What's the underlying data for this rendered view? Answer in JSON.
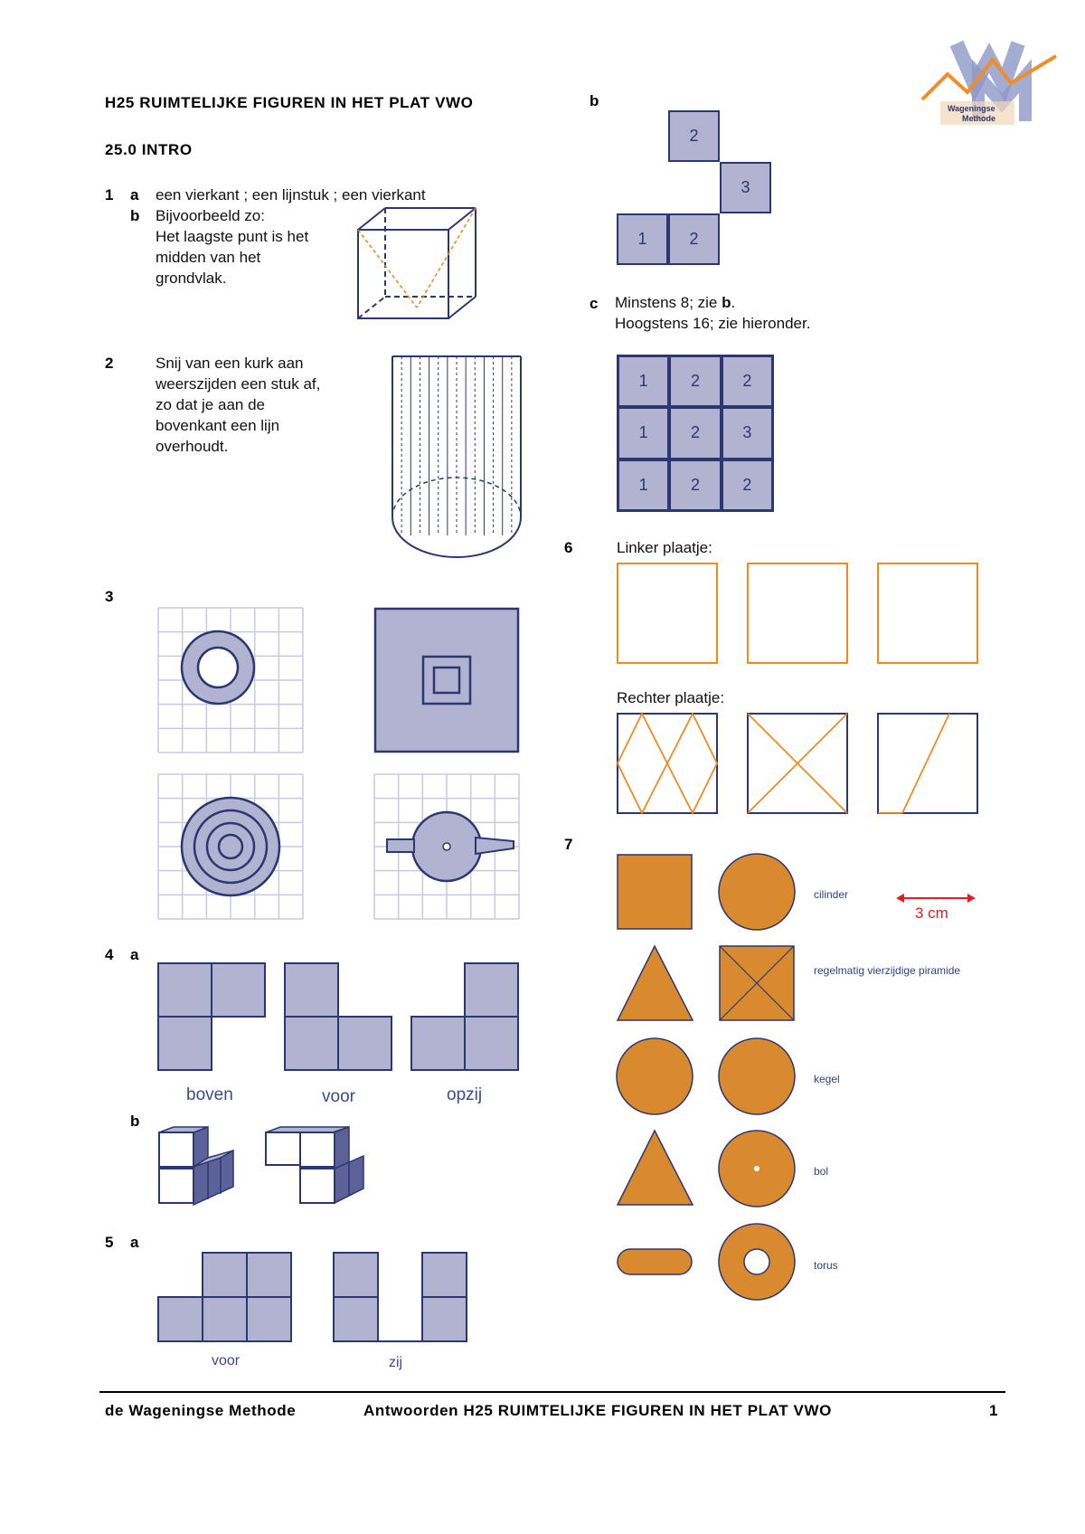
{
  "header": {
    "title": "H25 RUIMTELIJKE FIGUREN IN HET PLAT VWO",
    "section": "25.0  INTRO",
    "logo_text_1": "Wageningse",
    "logo_text_2": "Methode"
  },
  "q1": {
    "num": "1",
    "a_label": "a",
    "a_text": "een vierkant ; een lijnstuk ; een vierkant",
    "b_label": "b",
    "b_lines": [
      "Bijvoorbeeld zo:",
      "Het laagste punt is het",
      "midden van het",
      "grondvlak."
    ]
  },
  "q2": {
    "num": "2",
    "lines": [
      "Snij van een kurk aan",
      "weerszijden een stuk af,",
      "zo dat je aan de",
      "bovenkant een lijn",
      "overhoudt."
    ]
  },
  "q3": {
    "num": "3"
  },
  "q4": {
    "num": "4",
    "a_label": "a",
    "b_label": "b",
    "captions": [
      "boven",
      "voor",
      "opzij"
    ]
  },
  "q5": {
    "num": "5",
    "a_label": "a",
    "b_label": "b",
    "captions": [
      "voor",
      "zij"
    ],
    "b_cells_top": [
      "2"
    ],
    "b_cells_mid": [
      "3"
    ],
    "b_cells_bottom": [
      "1",
      "2"
    ],
    "c_label": "c",
    "c_line1_pre": "Minstens 8; zie ",
    "c_line1_bold": "b",
    "c_line1_post": ".",
    "c_line2": "Hoogstens 16; zie hieronder.",
    "grid": [
      [
        "1",
        "2",
        "2"
      ],
      [
        "1",
        "2",
        "3"
      ],
      [
        "1",
        "2",
        "2"
      ]
    ]
  },
  "q6": {
    "num": "6",
    "left_label": "Linker plaatje:",
    "right_label": "Rechter plaatje:"
  },
  "q7": {
    "num": "7",
    "labels": [
      "cilinder",
      "regelmatig vierzijdige piramide",
      "kegel",
      "bol",
      "torus"
    ],
    "scale": "3 cm"
  },
  "colors": {
    "fill_blue": "#b1b3d0",
    "line_blue": "#2b3770",
    "grid_blue": "#c7c9e6",
    "orange": "#f08a1e",
    "orange_fill": "#d98a2e"
  },
  "footer": {
    "left": "de Wageningse Methode",
    "right": "Antwoorden H25 RUIMTELIJKE FIGUREN IN HET PLAT VWO",
    "page": "1"
  }
}
